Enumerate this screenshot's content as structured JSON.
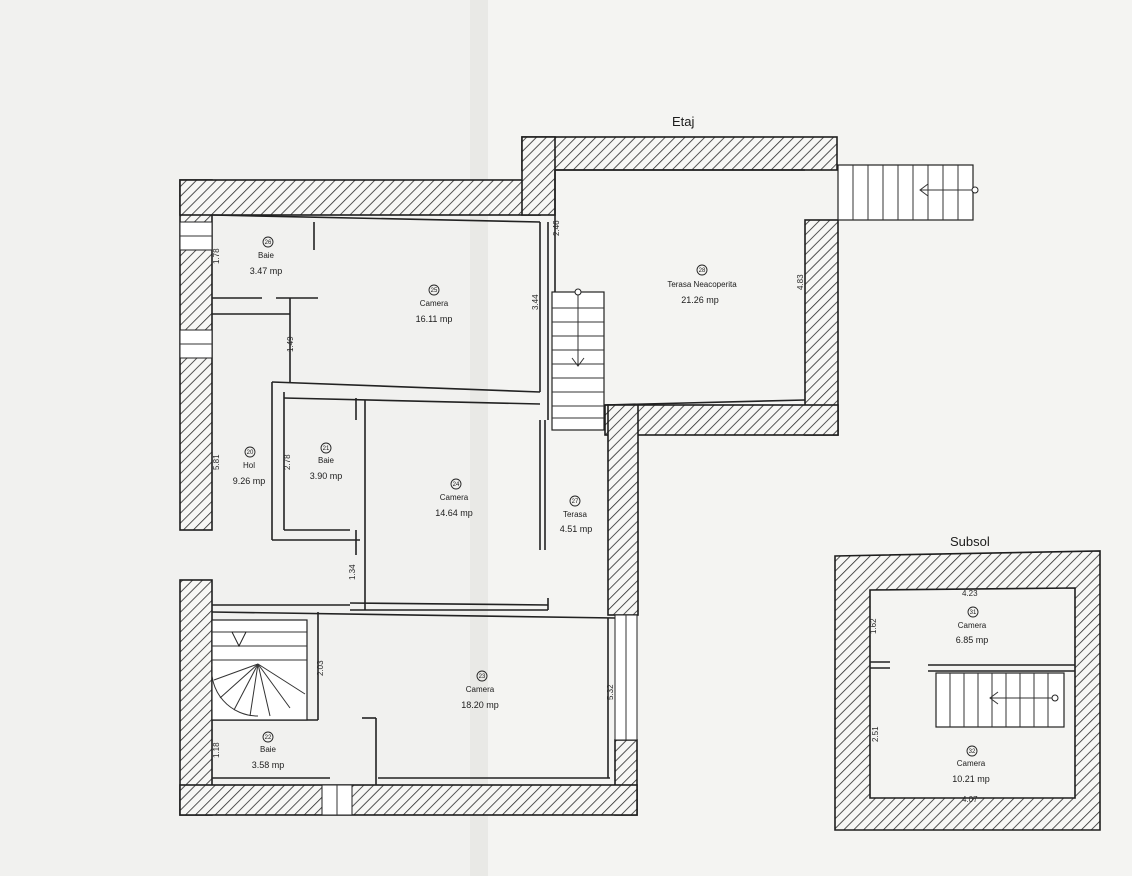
{
  "titles": {
    "etaj": "Etaj",
    "subsol": "Subsol"
  },
  "rooms": {
    "baie_26": {
      "num": "26",
      "name": "Baie",
      "area": "3.47 mp"
    },
    "camera_25": {
      "num": "25",
      "name": "Camera",
      "area": "16.11 mp"
    },
    "terasa_28": {
      "num": "28",
      "name": "Terasa Neacoperita",
      "area": "21.26 mp"
    },
    "hol_20": {
      "num": "20",
      "name": "Hol",
      "area": "9.26 mp"
    },
    "baie_21": {
      "num": "21",
      "name": "Baie",
      "area": "3.90 mp"
    },
    "camera_24": {
      "num": "24",
      "name": "Camera",
      "area": "14.64 mp"
    },
    "terasa_27": {
      "num": "27",
      "name": "Terasa",
      "area": "4.51 mp"
    },
    "camera_23": {
      "num": "23",
      "name": "Camera",
      "area": "18.20 mp"
    },
    "baie_22": {
      "num": "22",
      "name": "Baie",
      "area": "3.58 mp"
    },
    "camera_31": {
      "num": "31",
      "name": "Camera",
      "area": "6.85 mp"
    },
    "camera_32": {
      "num": "32",
      "name": "Camera",
      "area": "10.21 mp"
    }
  },
  "dims": {
    "d_1_78": "1.78",
    "d_1_49": "1.49",
    "d_5_81": "5.81",
    "d_2_78": "2.78",
    "d_1_34": "1.34",
    "d_2_03": "2.03",
    "d_1_18": "1.18",
    "d_3_44": "3.44",
    "d_2_46": "2.46",
    "d_4_83": "4.83",
    "d_5_32": "5.32",
    "d_1_62": "1.62",
    "d_2_51": "2.51",
    "d_4_23": "4.23",
    "d_4_07": "4.07"
  }
}
